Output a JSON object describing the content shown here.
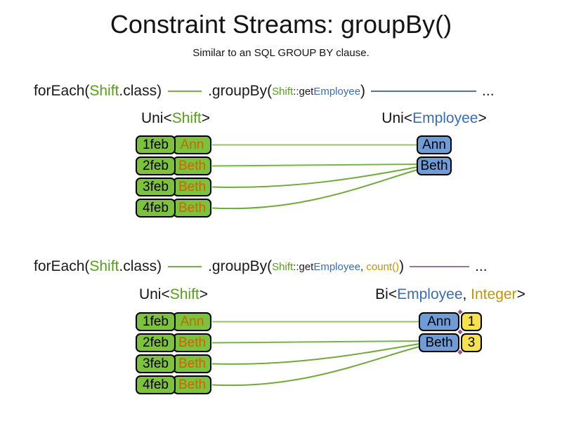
{
  "slide": {
    "title": "Constraint Streams: groupBy()",
    "subtitle": "Similar to an SQL GROUP BY clause."
  },
  "colors": {
    "shift_green_text": "#55a014",
    "employee_blue_text": "#3c6cb4",
    "integer_gold_text": "#c49500",
    "employee_orange_text": "#cc6600",
    "shift_box_green": "#7cc23c",
    "group_box_blue": "#6d9cd6",
    "count_box_yellow": "#f6e14f",
    "connector_green": "#79b543",
    "connector_blue": "#4a74ae",
    "connector_purple": "#9673a6"
  },
  "diagram1": {
    "code": {
      "foreach": "forEach(",
      "shift_class": "Shift",
      "dot_class": ".class)",
      "groupby": ".groupBy(",
      "arg_shift": "Shift",
      "arg_getter": "::get",
      "arg_employee": "Employee",
      "close_paren": ")",
      "ellipsis": "..."
    },
    "left_type": {
      "pre": "Uni<",
      "name": "Shift",
      "post": ">"
    },
    "right_type": {
      "pre": "Uni<",
      "name": "Employee",
      "post": ">"
    },
    "shifts": [
      {
        "date": "1feb",
        "employee": "Ann"
      },
      {
        "date": "2feb",
        "employee": "Beth"
      },
      {
        "date": "3feb",
        "employee": "Beth"
      },
      {
        "date": "4feb",
        "employee": "Beth"
      }
    ],
    "groups": [
      {
        "name": "Ann"
      },
      {
        "name": "Beth"
      }
    ]
  },
  "diagram2": {
    "code": {
      "foreach": "forEach(",
      "shift_class": "Shift",
      "dot_class": ".class)",
      "groupby": ".groupBy(",
      "arg_shift": "Shift",
      "arg_getter": "::get",
      "arg_employee": "Employee",
      "arg_comma": ", ",
      "arg_count": "count()",
      "close_paren": ")",
      "ellipsis": "..."
    },
    "left_type": {
      "pre": "Uni<",
      "name": "Shift",
      "post": ">"
    },
    "right_type": {
      "pre": "Bi<",
      "employee": "Employee",
      "comma": ", ",
      "integer": "Integer",
      "post": ">"
    },
    "shifts": [
      {
        "date": "1feb",
        "employee": "Ann"
      },
      {
        "date": "2feb",
        "employee": "Beth"
      },
      {
        "date": "3feb",
        "employee": "Beth"
      },
      {
        "date": "4feb",
        "employee": "Beth"
      }
    ],
    "groups": [
      {
        "name": "Ann",
        "count": "1"
      },
      {
        "name": "Beth",
        "count": "3"
      }
    ]
  }
}
